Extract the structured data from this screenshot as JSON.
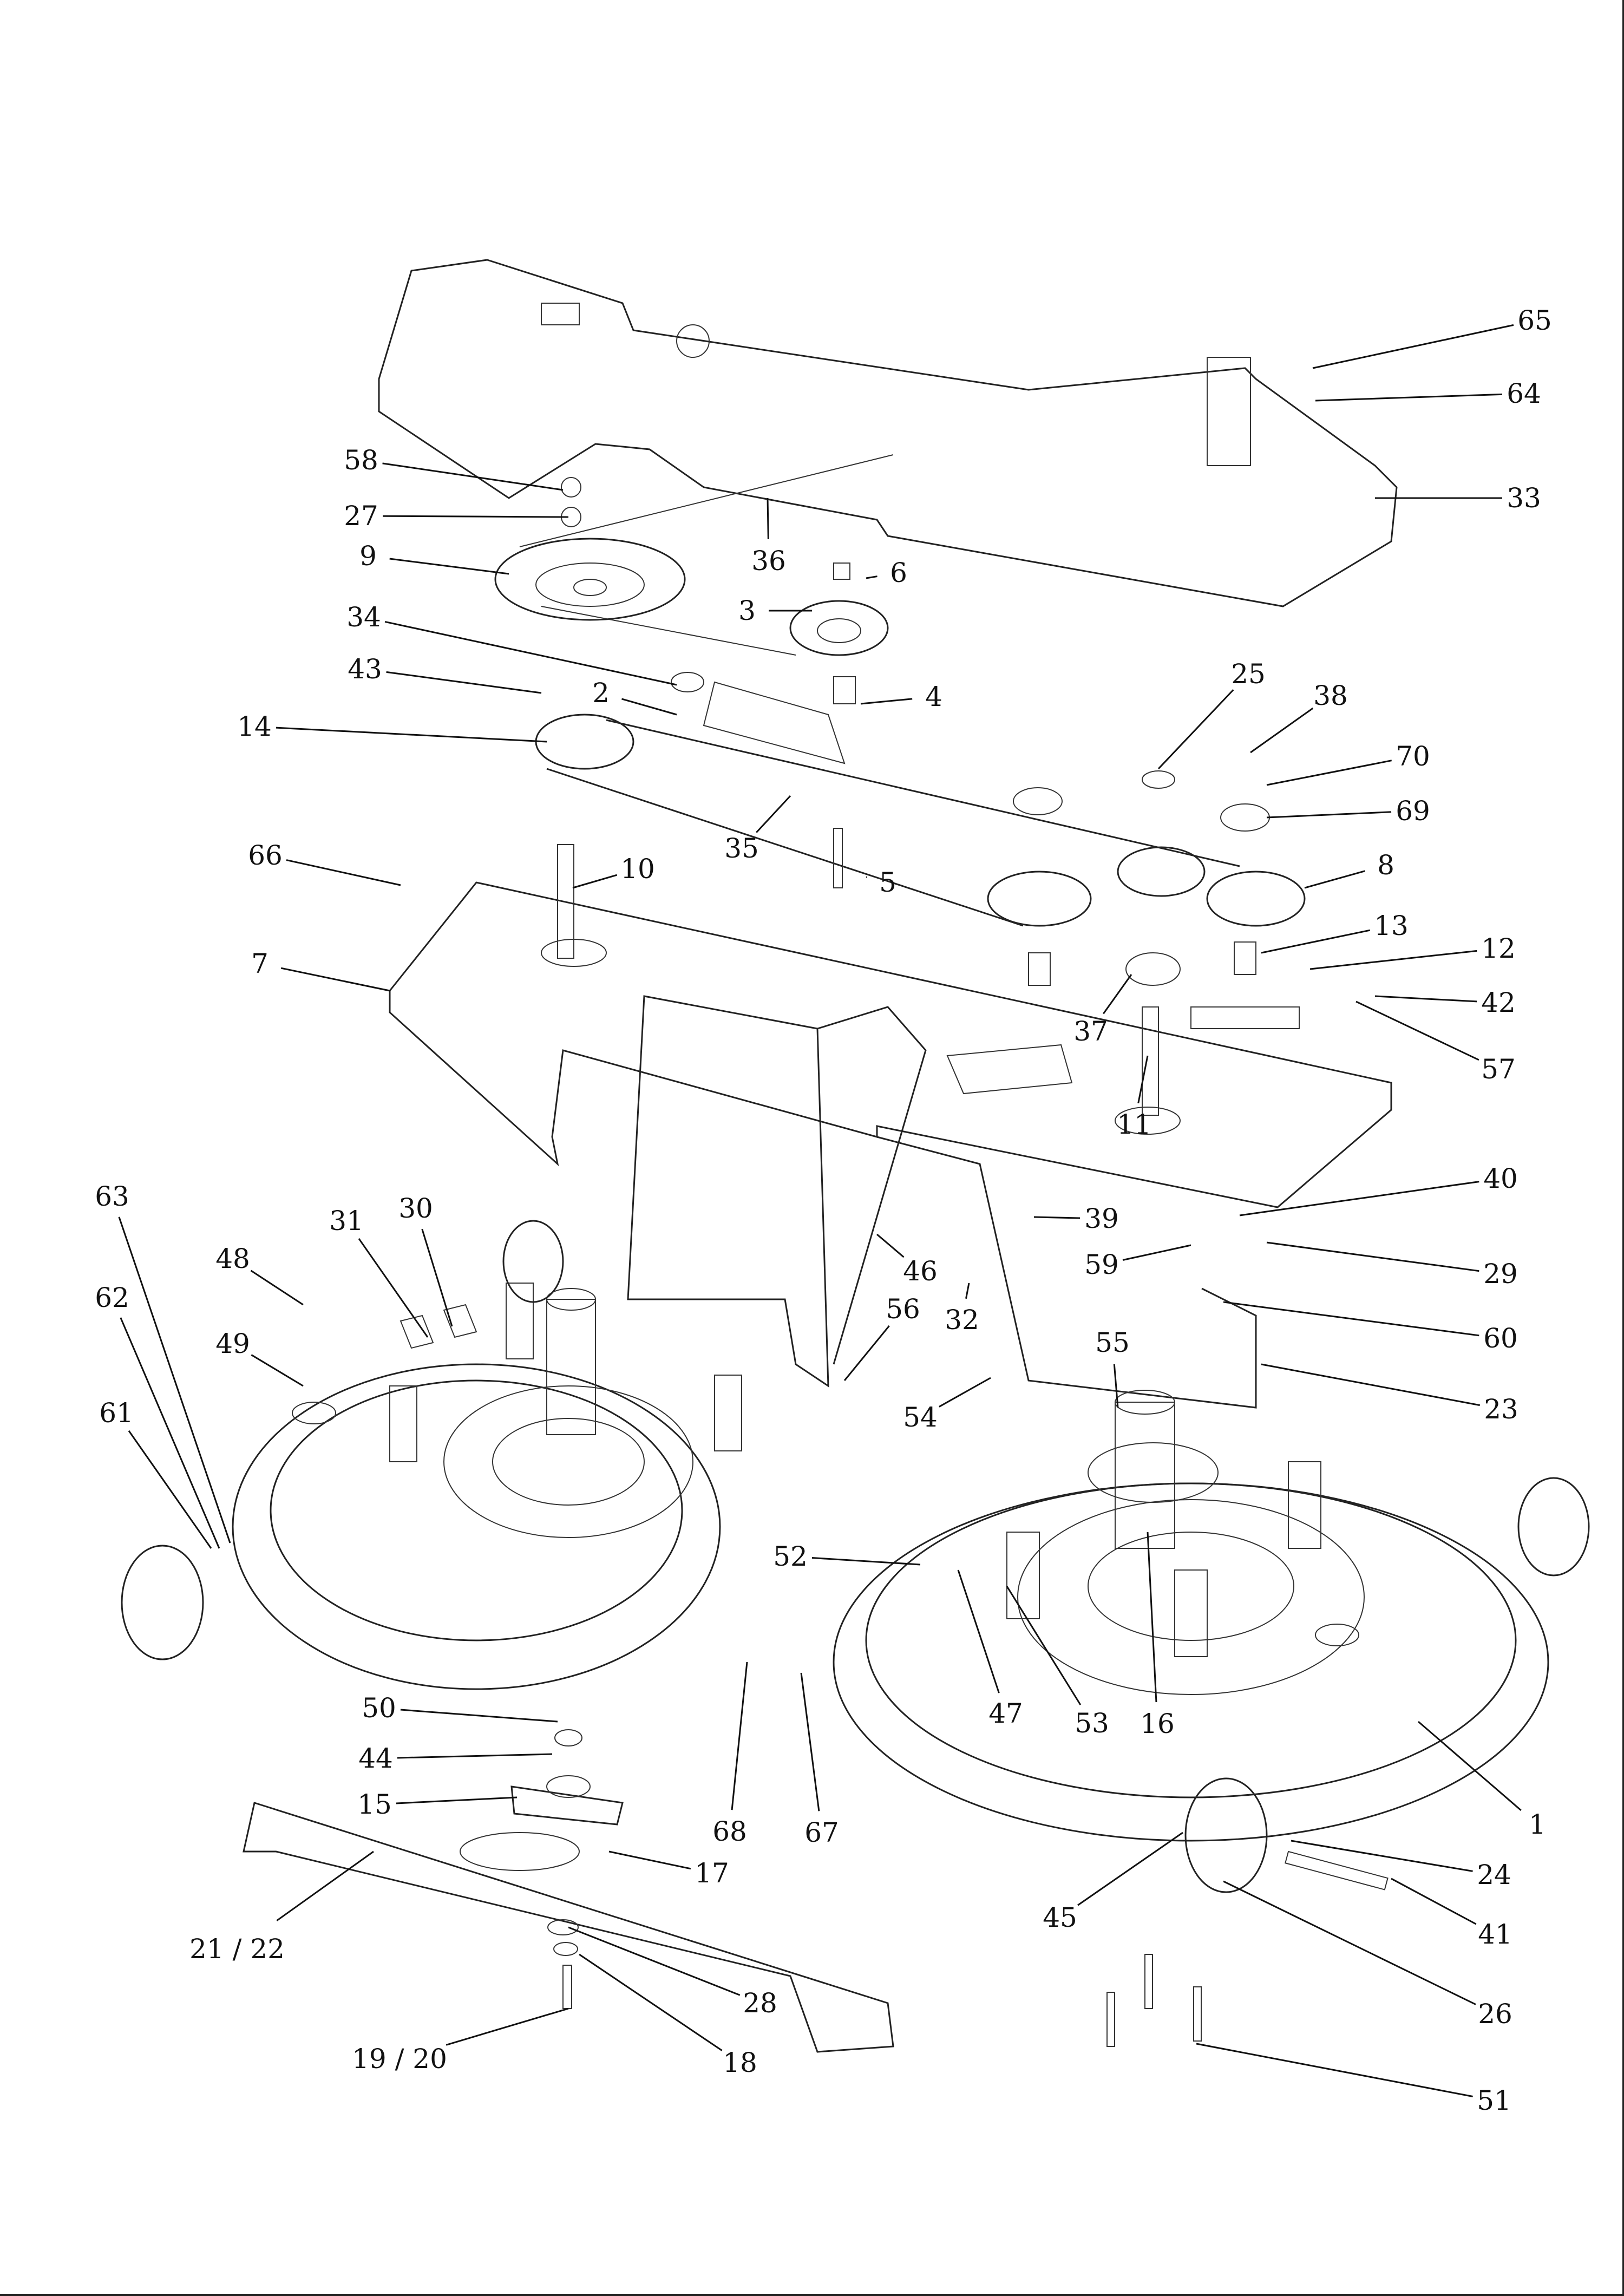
{
  "diagram": {
    "type": "exploded-parts-diagram",
    "subject": "mower deck assembly",
    "background": "#ffffff",
    "line_color": "#222222",
    "callouts": [
      "1",
      "2",
      "3",
      "4",
      "5",
      "6",
      "7",
      "8",
      "9",
      "10",
      "11",
      "12",
      "13",
      "14",
      "15",
      "16",
      "17",
      "18",
      "19 / 20",
      "21 / 22",
      "23",
      "24",
      "25",
      "26",
      "27",
      "28",
      "29",
      "30",
      "31",
      "32",
      "33",
      "34",
      "35",
      "36",
      "37",
      "38",
      "39",
      "40",
      "41",
      "42",
      "43",
      "44",
      "45",
      "46",
      "47",
      "48",
      "49",
      "50",
      "51",
      "52",
      "53",
      "54",
      "55",
      "56",
      "57",
      "58",
      "59",
      "60",
      "61",
      "62",
      "63",
      "64",
      "65",
      "66",
      "67",
      "68",
      "69",
      "70"
    ]
  }
}
